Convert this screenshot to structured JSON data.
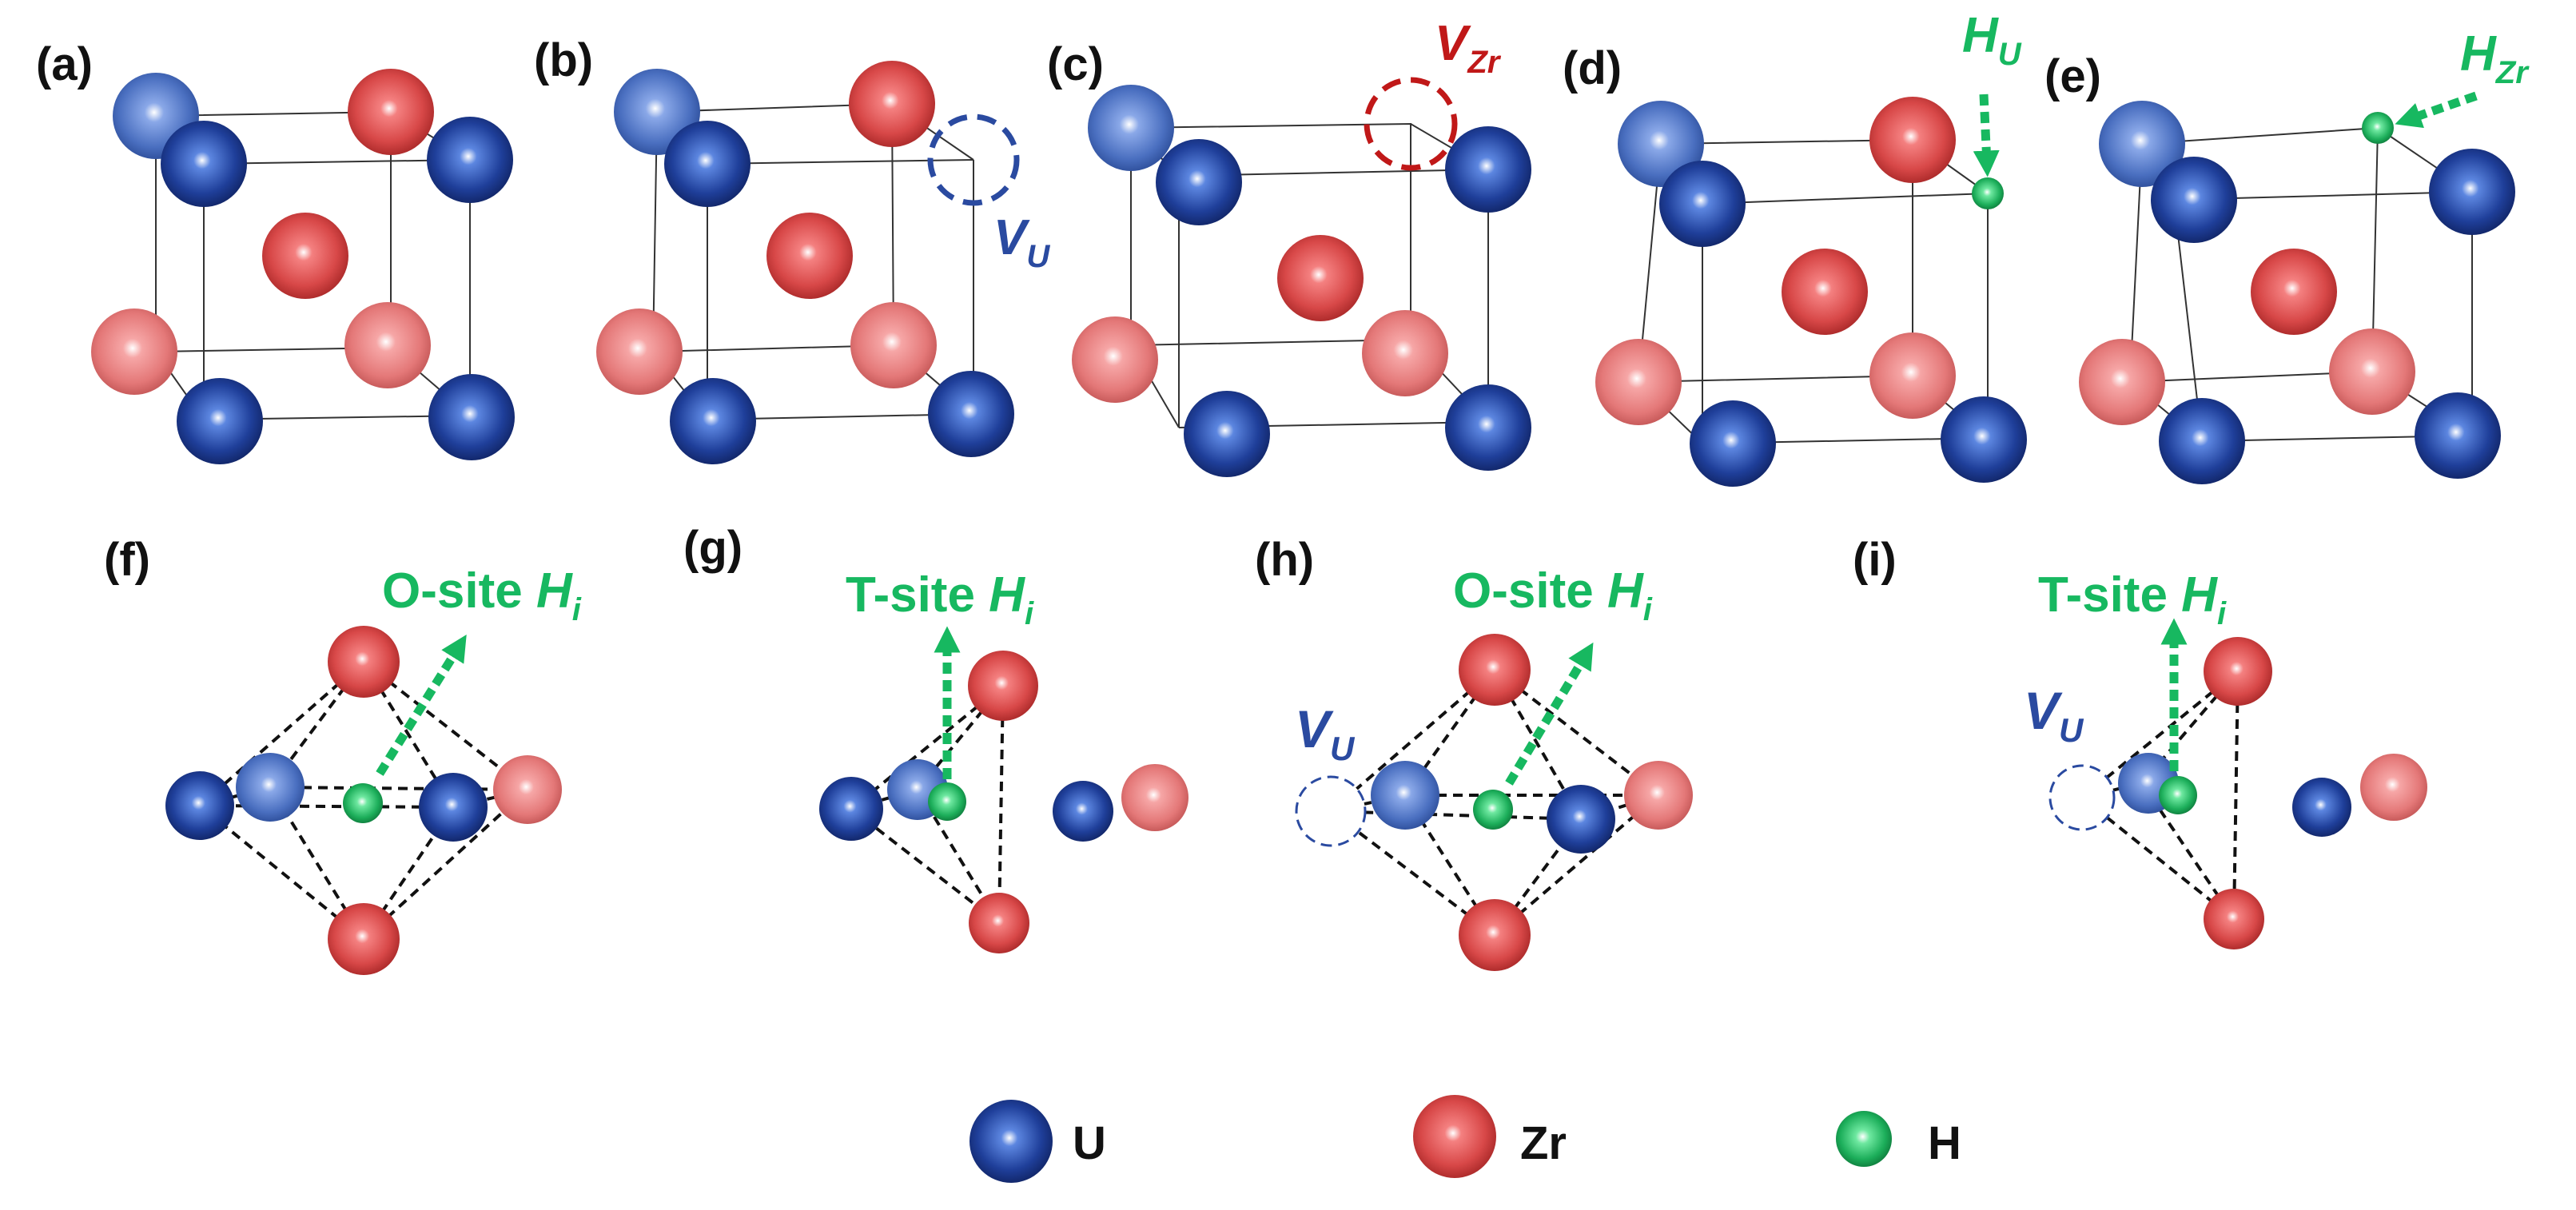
{
  "panel_labels": {
    "a": "(a)",
    "b": "(b)",
    "c": "(c)",
    "d": "(d)",
    "e": "(e)",
    "f": "(f)",
    "g": "(g)",
    "h": "(h)",
    "i": "(i)"
  },
  "annotations": {
    "vacancy_u": {
      "base": "V",
      "sub": "U"
    },
    "vacancy_zr": {
      "base": "V",
      "sub": "Zr"
    },
    "h_on_u": {
      "base": "H",
      "sub": "U"
    },
    "h_on_zr": {
      "base": "H",
      "sub": "Zr"
    },
    "o_site": {
      "prefix": "O-site ",
      "base": "H",
      "sub": "i"
    },
    "t_site": {
      "prefix": "T-site ",
      "base": "H",
      "sub": "i"
    }
  },
  "legend": [
    {
      "key": "u",
      "label": "U"
    },
    {
      "key": "zr",
      "label": "Zr"
    },
    {
      "key": "h",
      "label": "H"
    }
  ],
  "colors": {
    "u_atom": "#1f3f9a",
    "u_atom_light": "#4a6fc0",
    "zr_atom": "#d84848",
    "zr_atom_light": "#ec8080",
    "h_atom": "#1cae5a",
    "vacancy_u": "#2a4aa0",
    "vacancy_zr": "#c01818",
    "annotation_green": "#17b860",
    "label_black": "#111111"
  }
}
